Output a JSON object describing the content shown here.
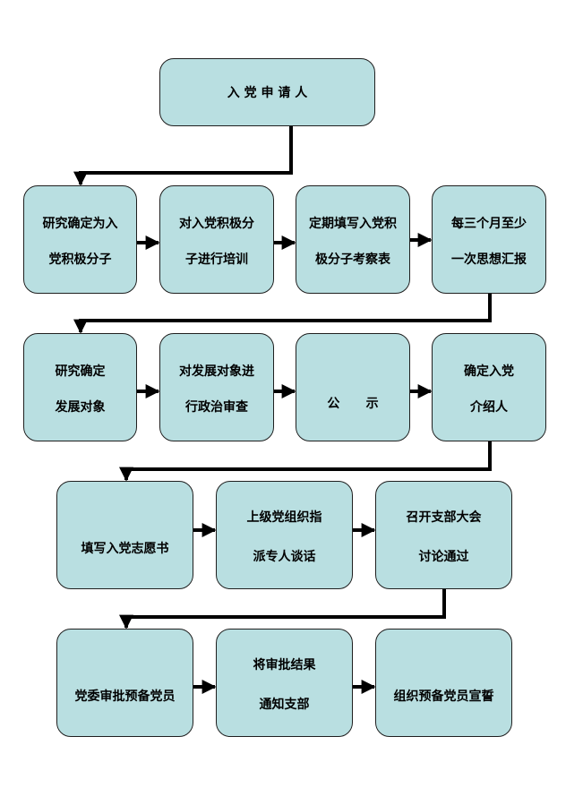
{
  "steps": {
    "s1": [
      "入 党 申 请 人"
    ],
    "s2": [
      "研究确定为入",
      "党积极分子"
    ],
    "s3": [
      "对入党积极分",
      "子进行培训"
    ],
    "s4": [
      "定期填写入党积",
      "极分子考察表"
    ],
    "s5": [
      "每三个月至少",
      "一次思想汇报"
    ],
    "s6": [
      "研究确定",
      "发展对象"
    ],
    "s7": [
      "对发展对象进",
      "行政治审查"
    ],
    "s8": [
      "公      示"
    ],
    "s9": [
      "确定入党",
      "介绍人"
    ],
    "s10": [
      "填写入党志愿书"
    ],
    "s11": [
      "上级党组织指",
      "派专人谈话"
    ],
    "s12": [
      "召开支部大会",
      "讨论通过"
    ],
    "s13": [
      "党委审批预备党员"
    ],
    "s14": [
      "将审批结果",
      "通知支部"
    ],
    "s15": [
      "组织预备党员宣誓"
    ]
  }
}
